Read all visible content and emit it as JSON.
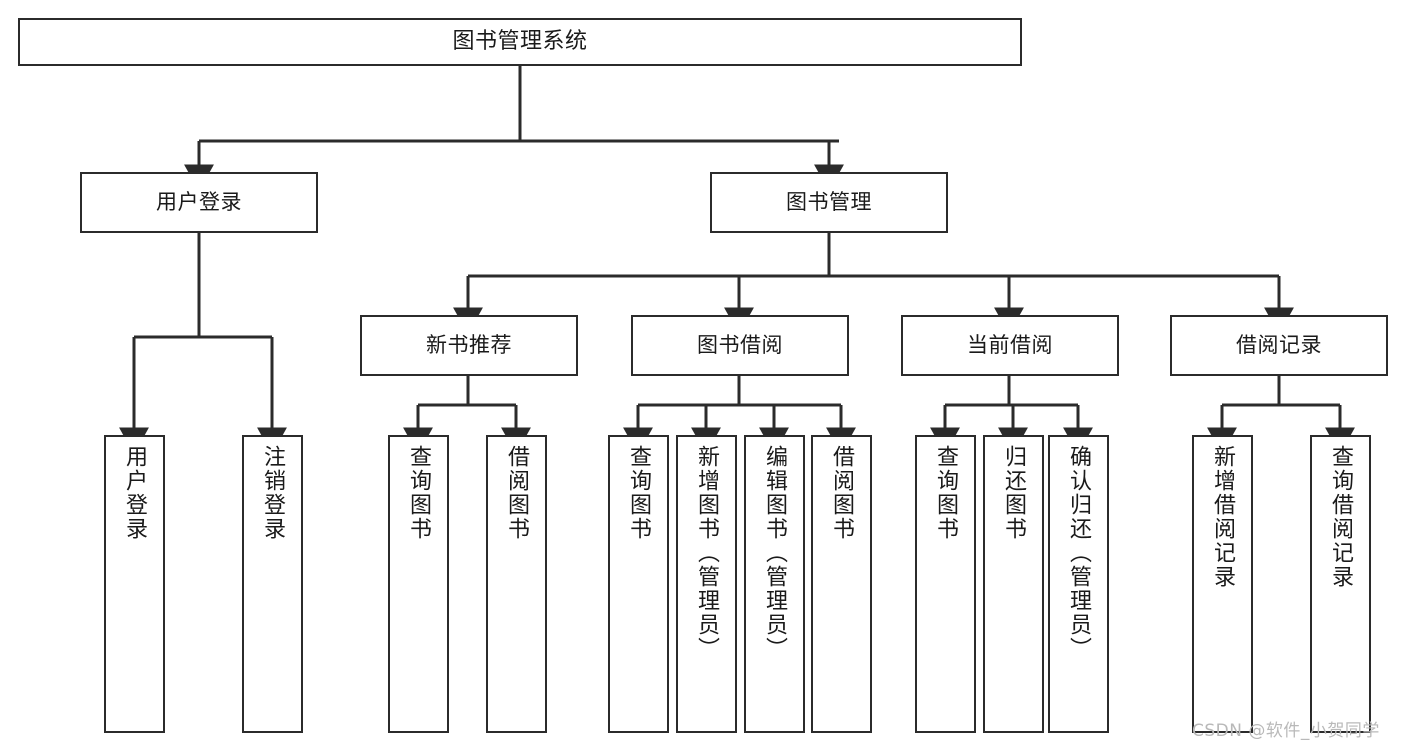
{
  "diagram": {
    "title": "图书管理系统",
    "type": "tree-hierarchy-chart",
    "background_color": "#ffffff",
    "line_color": "#2b2b2b",
    "text_color": "#1a1a1a"
  },
  "nodes": {
    "root": {
      "label": "图书管理系统"
    },
    "level1": [
      {
        "id": "user-login",
        "label": "用户登录"
      },
      {
        "id": "book-manage",
        "label": "图书管理"
      }
    ],
    "level2": [
      {
        "id": "new-book-recommend",
        "label": "新书推荐"
      },
      {
        "id": "book-borrow",
        "label": "图书借阅"
      },
      {
        "id": "current-borrow",
        "label": "当前借阅"
      },
      {
        "id": "borrow-record",
        "label": "借阅记录"
      }
    ],
    "leaves": {
      "user_login": [
        {
          "id": "leaf-user-login",
          "label": "用户登录"
        },
        {
          "id": "leaf-logout-login",
          "label": "注销登录"
        }
      ],
      "new_book_recommend": [
        {
          "id": "leaf-query-book-1",
          "label": "查询图书"
        },
        {
          "id": "leaf-borrow-book-1",
          "label": "借阅图书"
        }
      ],
      "book_borrow": [
        {
          "id": "leaf-query-book-2",
          "label": "查询图书"
        },
        {
          "id": "leaf-add-book",
          "label": "新增图书（管理员）"
        },
        {
          "id": "leaf-edit-book",
          "label": "编辑图书（管理员）"
        },
        {
          "id": "leaf-borrow-book-2",
          "label": "借阅图书"
        }
      ],
      "current_borrow": [
        {
          "id": "leaf-query-book-3",
          "label": "查询图书"
        },
        {
          "id": "leaf-return-book",
          "label": "归还图书"
        },
        {
          "id": "leaf-confirm-return",
          "label": "确认归还（管理员）"
        }
      ],
      "borrow_record": [
        {
          "id": "leaf-add-record",
          "label": "新增借阅记录"
        },
        {
          "id": "leaf-query-record",
          "label": "查询借阅记录"
        }
      ]
    }
  },
  "watermark": {
    "text": "CSDN @软件_小贺同学"
  }
}
